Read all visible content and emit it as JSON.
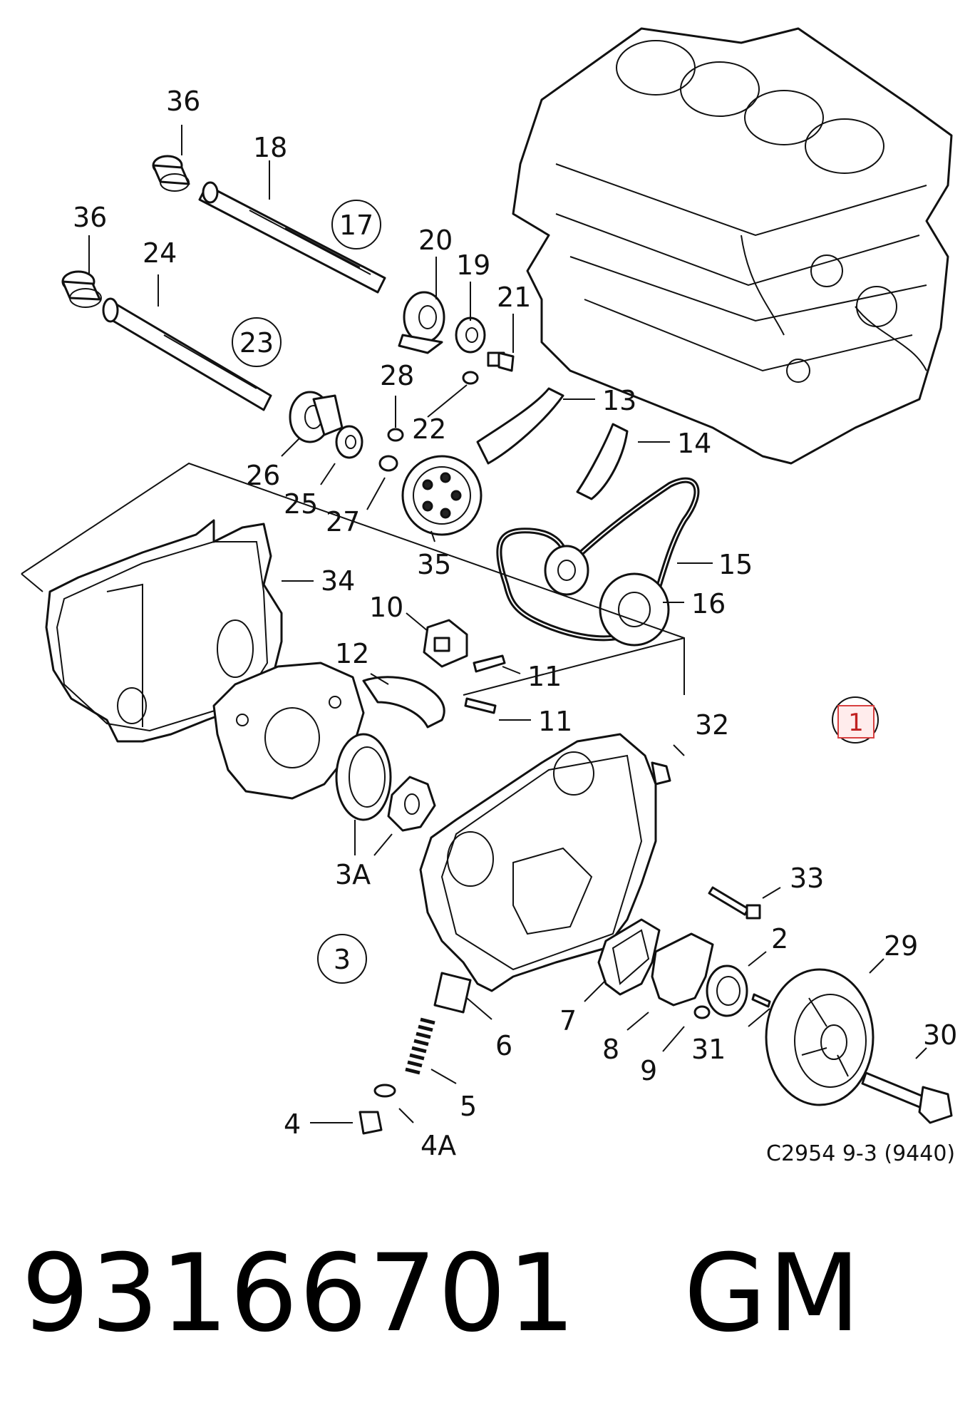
{
  "diagram": {
    "reference_code": "C2954 9-3 (9440)",
    "highlighted_callout": "1",
    "circled_callouts": [
      "17",
      "23",
      "3"
    ],
    "callouts": [
      "36",
      "18",
      "36",
      "24",
      "20",
      "19",
      "21",
      "28",
      "22",
      "13",
      "14",
      "26",
      "25",
      "27",
      "35",
      "15",
      "16",
      "34",
      "10",
      "12",
      "11",
      "11",
      "32",
      "3A",
      "33",
      "2",
      "29",
      "7",
      "6",
      "8",
      "9",
      "31",
      "30",
      "5",
      "4",
      "4A"
    ]
  },
  "footer": {
    "part_number": "93166701",
    "brand": "GM"
  }
}
